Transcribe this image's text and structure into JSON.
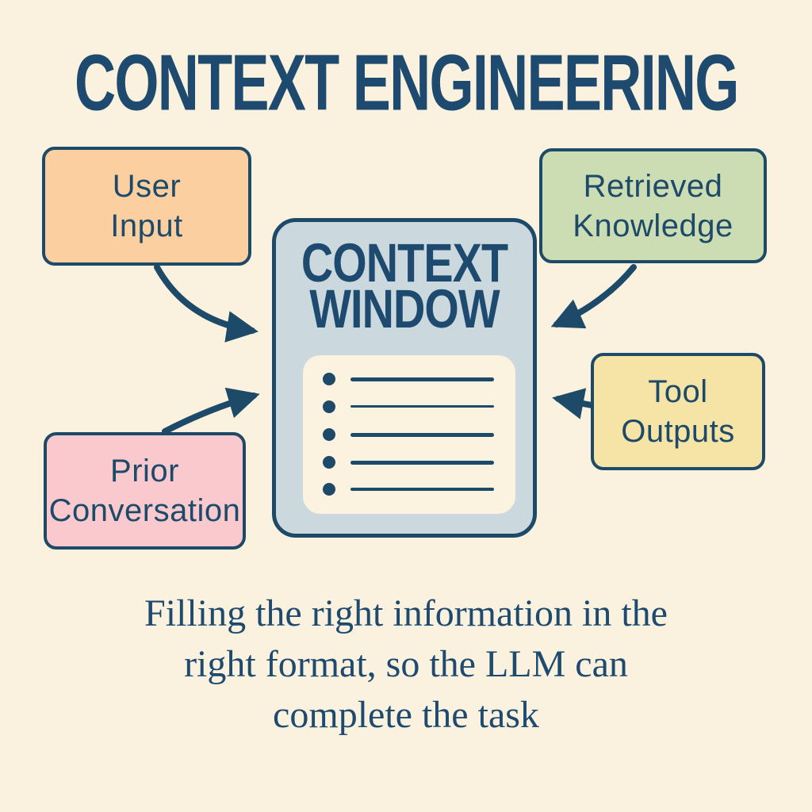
{
  "title": "CONTEXT ENGINEERING",
  "colors": {
    "background": "#FAF1DE",
    "ink_navy": "#1E4A69",
    "user_input_fill": "#FBCFA0",
    "retrieved_knowledge_fill": "#CDDDB3",
    "prior_conversation_fill": "#F9C9CE",
    "tool_outputs_fill": "#F6E3A6",
    "context_window_fill": "#CBD9DE",
    "context_panel_fill": "#FBF2DF"
  },
  "diagram": {
    "center": {
      "title_line1": "CONTEXT",
      "title_line2": "WINDOW",
      "bullet_rows": 5
    },
    "sources": [
      {
        "id": "user-input",
        "line1": "User",
        "line2": "Input"
      },
      {
        "id": "retrieved-knowledge",
        "line1": "Retrieved",
        "line2": "Knowledge"
      },
      {
        "id": "prior-conversation",
        "line1": "Prior",
        "line2": "Conversation"
      },
      {
        "id": "tool-outputs",
        "line1": "Tool",
        "line2": "Outputs"
      }
    ],
    "connections": [
      {
        "from": "user-input",
        "to": "context-window"
      },
      {
        "from": "retrieved-knowledge",
        "to": "context-window"
      },
      {
        "from": "prior-conversation",
        "to": "context-window"
      },
      {
        "from": "tool-outputs",
        "to": "context-window"
      }
    ]
  },
  "caption": {
    "line1": "Filling the right information in the",
    "line2": "right format, so the LLM can",
    "line3": "complete the task"
  }
}
